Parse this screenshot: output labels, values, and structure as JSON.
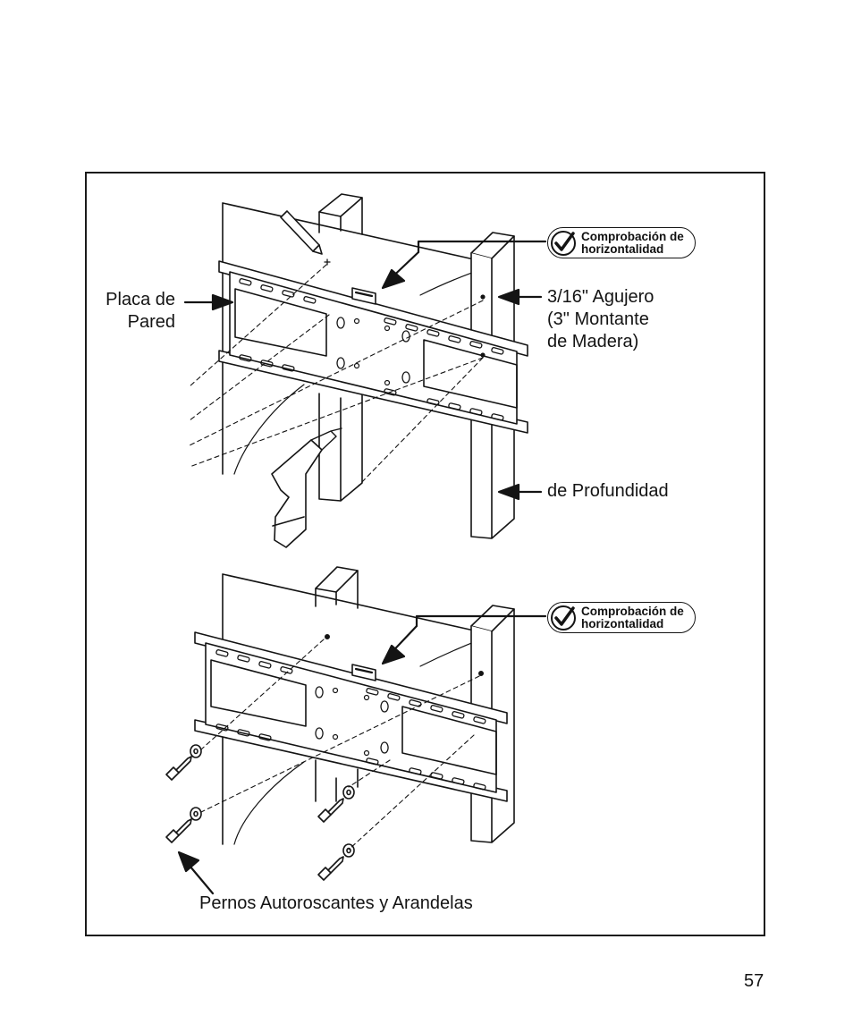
{
  "labels": {
    "placa_line1": "Placa de",
    "placa_line2": "Pared",
    "hole_line1": "3/16\" Agujero",
    "hole_line2": "(3\" Montante",
    "hole_line3": "de Madera)",
    "depth": "de Profundidad",
    "bolts": "Pernos Autoroscantes y Arandelas"
  },
  "badges": [
    {
      "line1": "Comprobación de",
      "line2": "horizontalidad"
    },
    {
      "line1": "Comprobación de",
      "line2": "horizontalidad"
    }
  ],
  "icons": {
    "badge": "checkmark-circle-icon",
    "arrow": "arrow-icon",
    "drill": "drill-icon",
    "pencil": "pencil-icon",
    "bubble_level": "bubble-level-icon",
    "lag_bolt": "lag-bolt-icon",
    "washer": "washer-icon"
  },
  "colors": {
    "ink": "#141414",
    "background": "#ffffff"
  },
  "page_number": "57"
}
